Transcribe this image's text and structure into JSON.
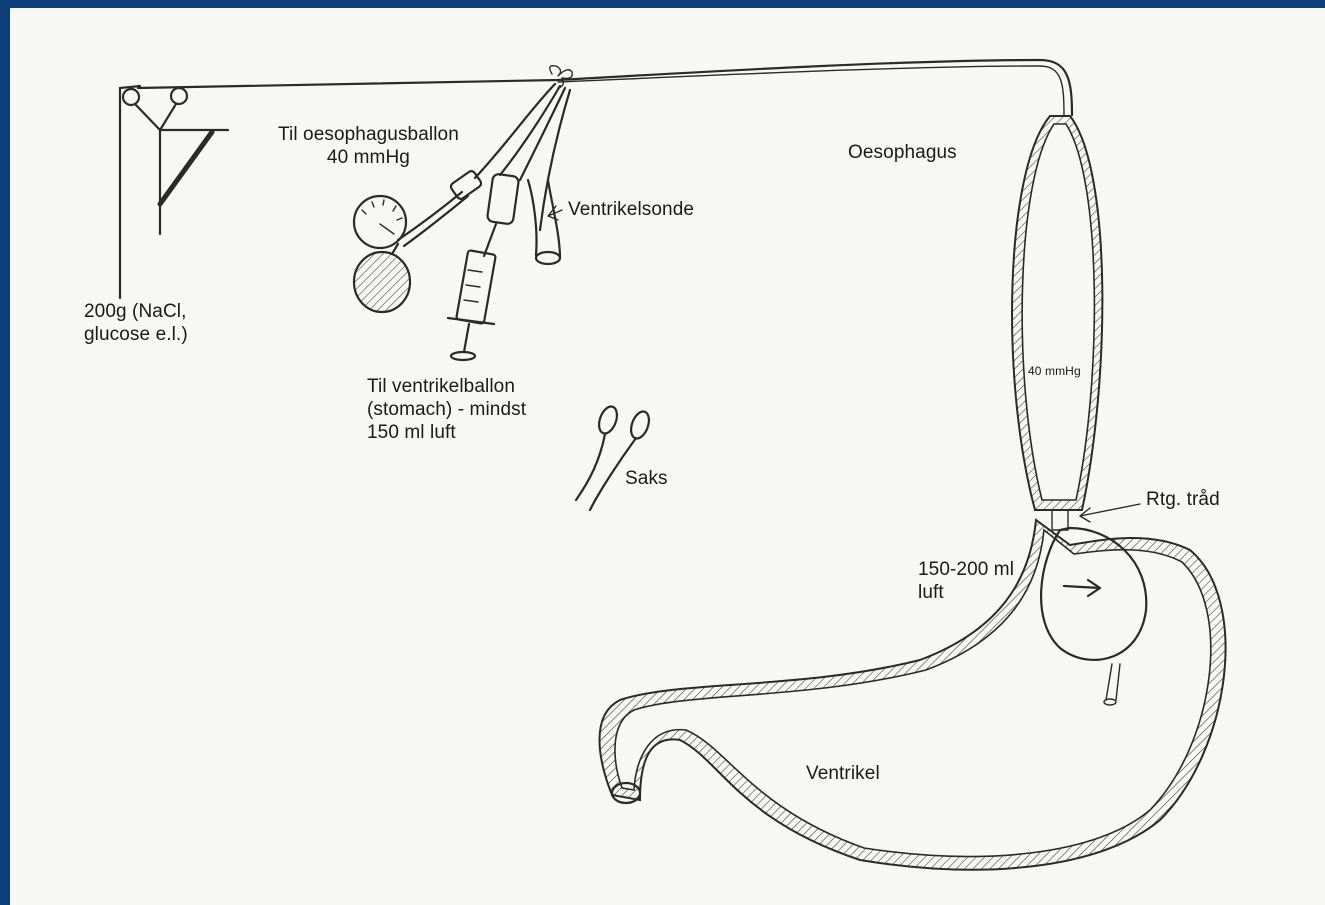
{
  "labels": {
    "weight": "200g (NaCl,\nglucose e.l.)",
    "oesophagus_balloon": "Til oesophagusballon\n40 mmHg",
    "ventrikelsonde": "Ventrikelsonde",
    "oesophagus": "Oesophagus",
    "ventrikel_balloon": "Til ventrikelballon\n(stomach) - mindst\n150 ml luft",
    "saks": "Saks",
    "pressure_inside": "40 mmHg",
    "rtg_traad": "Rtg. tråd",
    "air_volume": "150-200 ml\nluft",
    "ventrikel": "Ventrikel"
  },
  "colors": {
    "border": "#0b3f7a",
    "paper": "#f7f7f5",
    "ink": "#2a2a2a"
  }
}
